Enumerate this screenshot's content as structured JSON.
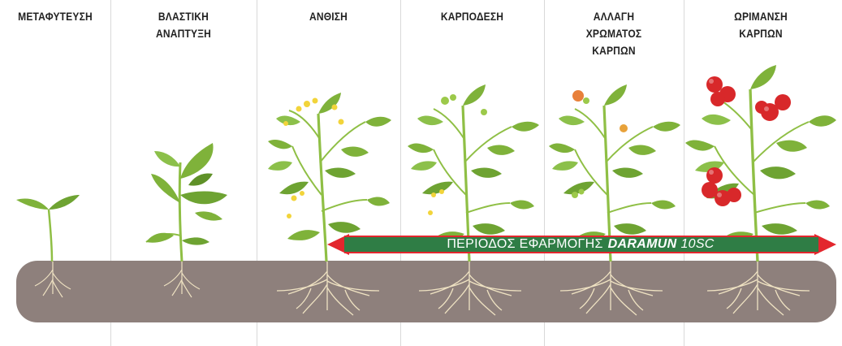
{
  "stages": [
    {
      "id": "metaphyteusi",
      "label": "ΜΕΤΑΦΥΤΕΥΣΗ"
    },
    {
      "id": "vlastiki",
      "label": "ΒΛΑΣΤΙΚΗ\nΑΝΑΠΤΥΞΗ"
    },
    {
      "id": "anthisi",
      "label": "ΑΝΘΙΣΗ"
    },
    {
      "id": "karpodesi",
      "label": "ΚΑΡΠΟΔΕΣΗ"
    },
    {
      "id": "allagi",
      "label": "ΑΛΛΑΓΗ\nΧΡΩΜΑΤΟΣ\nΚΑΡΠΩΝ"
    },
    {
      "id": "orimansi",
      "label": "ΩΡΙΜΑΝΣΗ\nΚΑΡΠΩΝ"
    }
  ],
  "application_period": {
    "prefix": "ΠΕΡΙΟΔΟΣ ΕΦΑΡΜΟΓΗΣ",
    "product": "DARAMUN",
    "code": "10SC"
  },
  "colors": {
    "leaf": "#7fb23a",
    "leaf_dark": "#5f9128",
    "stem": "#8fbf45",
    "flower": "#f2d43a",
    "fruit_green": "#9cc94a",
    "fruit_turning": "#e8803a",
    "fruit_ripe": "#d8282a",
    "soil": "#8e807c",
    "root": "#efe2c2",
    "arrow_head": "#e3262d",
    "arrow_body": "#2f7d45"
  }
}
